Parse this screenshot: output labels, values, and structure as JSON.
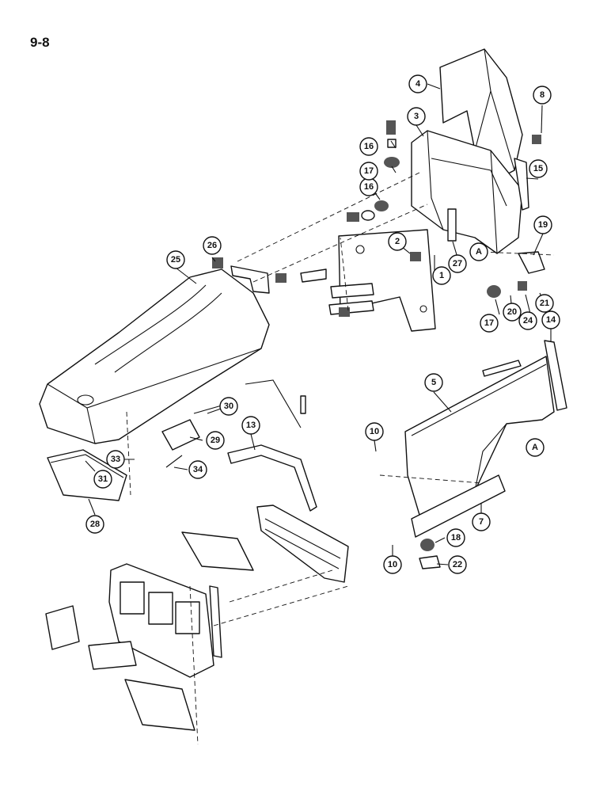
{
  "page_number": "9-8",
  "callouts": [
    "1",
    "2",
    "3",
    "4",
    "5",
    "7",
    "8",
    "10",
    "13",
    "14",
    "15",
    "16",
    "17",
    "18",
    "19",
    "20",
    "21",
    "22",
    "24",
    "25",
    "26",
    "27",
    "28",
    "29",
    "30",
    "31",
    "33",
    "34",
    "A"
  ]
}
